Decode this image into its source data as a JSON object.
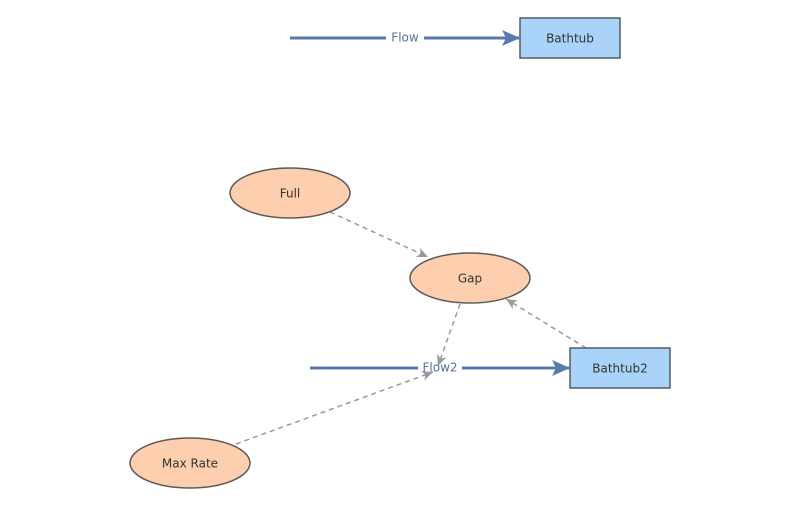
{
  "colors": {
    "flow": "#5a78b0",
    "flow_label": "#56709f",
    "stock_fill": "#a9d3f8",
    "stock_stroke": "#555c66",
    "var_fill": "#fdcfae",
    "var_stroke": "#5e5a58",
    "link": "#9a9a9a",
    "text": "#333333"
  },
  "stocks": {
    "bathtub": "Bathtub",
    "bathtub2": "Bathtub2"
  },
  "flows": {
    "flow": "Flow",
    "flow2": "Flow2"
  },
  "variables": {
    "full": "Full",
    "gap": "Gap",
    "max_rate": "Max Rate"
  }
}
